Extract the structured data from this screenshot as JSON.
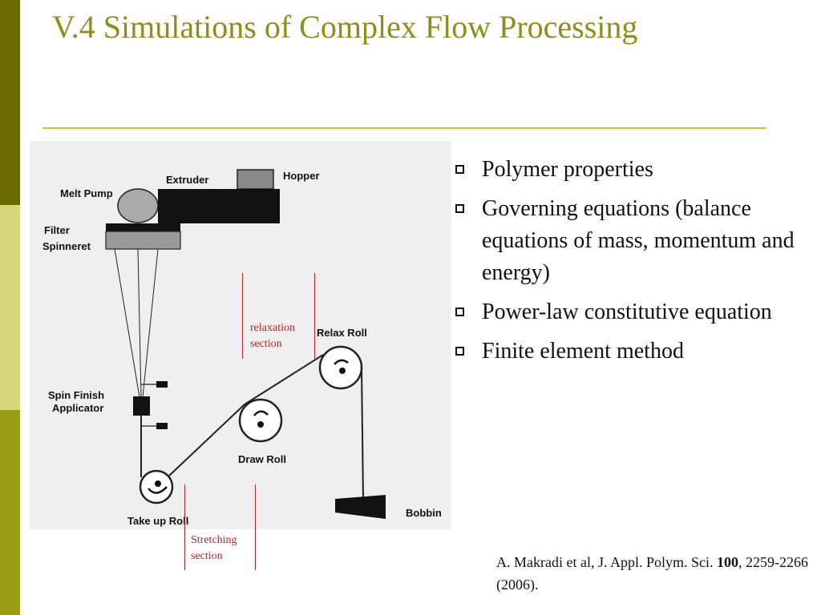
{
  "slide": {
    "title": "V.4 Simulations of Complex Flow Processing"
  },
  "figure": {
    "labels": {
      "extruder": "Extruder",
      "hopper": "Hopper",
      "melt_pump": "Melt Pump",
      "filter": "Filter",
      "spinneret": "Spinneret",
      "relax_roll": "Relax Roll",
      "spin_finish_line1": "Spin Finish",
      "spin_finish_line2": "Applicator",
      "draw_roll": "Draw Roll",
      "take_up_roll": "Take up Roll",
      "bobbin": "Bobbin"
    },
    "annotations": {
      "relaxation_line1": "relaxation",
      "relaxation_line2": "section",
      "stretching_line1": "Stretching",
      "stretching_line2": "section"
    }
  },
  "bullets": [
    {
      "text": "Polymer properties"
    },
    {
      "text": "Governing equations (balance equations of mass, momentum and energy)"
    },
    {
      "text": "Power-law constitutive equation"
    },
    {
      "text": "Finite element method"
    }
  ],
  "citation": {
    "prefix": "A. Makradi et al, J. Appl. Polym. Sci. ",
    "volume": "100",
    "suffix": ", 2259-2266 (2006)."
  },
  "colors": {
    "title": "#8e8e1a",
    "rule": "#c9c730",
    "annotation_red": "#c41e1e",
    "sidebar_dark": "#6a6b00",
    "sidebar_light": "#d4d77a",
    "sidebar_mid": "#9a9c14"
  }
}
